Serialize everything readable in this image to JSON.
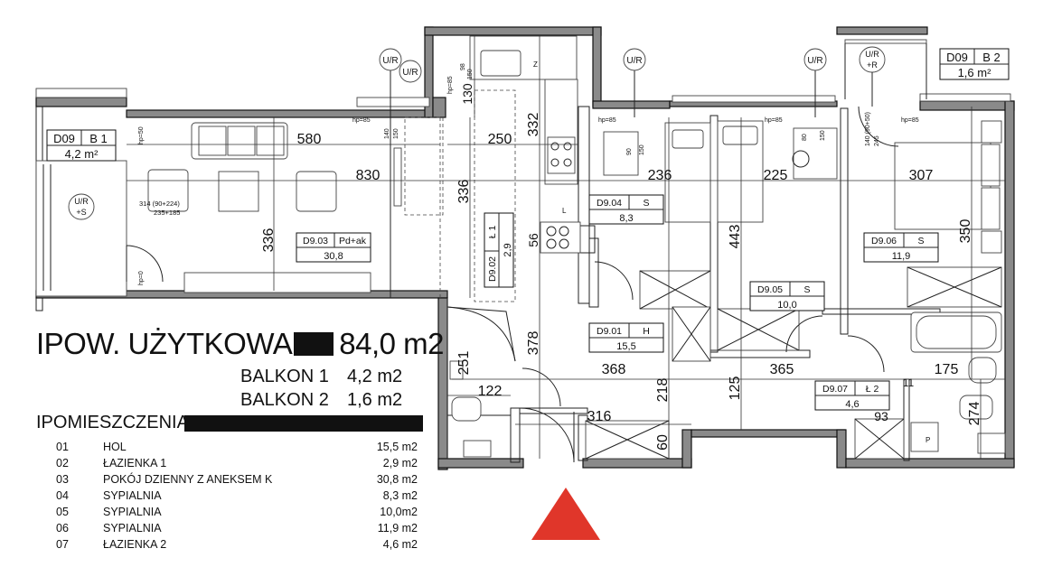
{
  "summary": {
    "title": "IPOW. UŻYTKOWA",
    "total": "84,0 m2",
    "balcony1_label": "BALKON 1",
    "balcony1_area": "4,2 m2",
    "balcony2_label": "BALKON 2",
    "balcony2_area": "1,6 m2",
    "rooms_heading": "IPOMIESZCZENIA",
    "rooms": [
      {
        "no": "01",
        "name": "HOL",
        "area": "15,5 m2"
      },
      {
        "no": "02",
        "name": "ŁAZIENKA 1",
        "area": "2,9 m2"
      },
      {
        "no": "03",
        "name": "POKÓJ DZIENNY Z ANEKSEM K",
        "area": "30,8 m2"
      },
      {
        "no": "04",
        "name": "SYPIALNIA",
        "area": "8,3 m2"
      },
      {
        "no": "05",
        "name": "SYPIALNIA",
        "area": "10,0m2"
      },
      {
        "no": "06",
        "name": "SYPIALNIA",
        "area": "11,9 m2"
      },
      {
        "no": "07",
        "name": "ŁAZIENKA 2",
        "area": "4,6 m2"
      }
    ]
  },
  "room_labels": {
    "d903": {
      "code": "D9.03",
      "type": "Pd+ak",
      "area": "30,8"
    },
    "d904": {
      "code": "D9.04",
      "type": "S",
      "area": "8,3"
    },
    "d901": {
      "code": "D9.01",
      "type": "H",
      "area": "15,5"
    },
    "d905": {
      "code": "D9.05",
      "type": "S",
      "area": "10,0"
    },
    "d906": {
      "code": "D9.06",
      "type": "S",
      "area": "11,9"
    },
    "d907": {
      "code": "D9.07",
      "type": "Ł 2",
      "area": "4,6"
    },
    "d902": {
      "code": "D9.02",
      "type": "Ł 1",
      "area": "2,9"
    },
    "b1": {
      "code": "D09",
      "type": "B 1",
      "area": "4,2 m²"
    },
    "b2": {
      "code": "D09",
      "type": "B 2",
      "area": "1,6 m²"
    }
  },
  "markers": {
    "ur": "U/R",
    "ur_s1": "U/R",
    "ur_s2": "+S",
    "ur_r1": "U/R",
    "ur_r2": "+R"
  },
  "dimensions": {
    "d580": "580",
    "d250": "250",
    "d332": "332",
    "d830": "830",
    "d336a": "336",
    "d336b": "336",
    "d236": "236",
    "d225": "225",
    "d307": "307",
    "d350": "350",
    "d443": "443",
    "d56": "56",
    "d130": "130",
    "d378": "378",
    "d368": "368",
    "d365": "365",
    "d175": "175",
    "d251": "251",
    "d122": "122",
    "d218": "218",
    "d125": "125",
    "d274": "274",
    "d316": "316",
    "d60": "60",
    "d93": "93",
    "d11": "11"
  },
  "small_notes": {
    "hp85a": "hp=85",
    "hp85b": "hp=85",
    "hp85c": "hp=85",
    "hp85d": "hp=85",
    "hp50": "hp=50",
    "hp0": "hp=0",
    "w140": "140",
    "w150": "150",
    "w90": "90",
    "w150b": "150",
    "w80": "80",
    "w150c": "150",
    "w140b": "140 (90+50)",
    "w245": "245",
    "w98": "98",
    "w150d": "150",
    "win314": "314 (90+224)",
    "win235": "235+185"
  },
  "fixture_letters": {
    "p": "P",
    "l": "L",
    "z": "Z"
  }
}
